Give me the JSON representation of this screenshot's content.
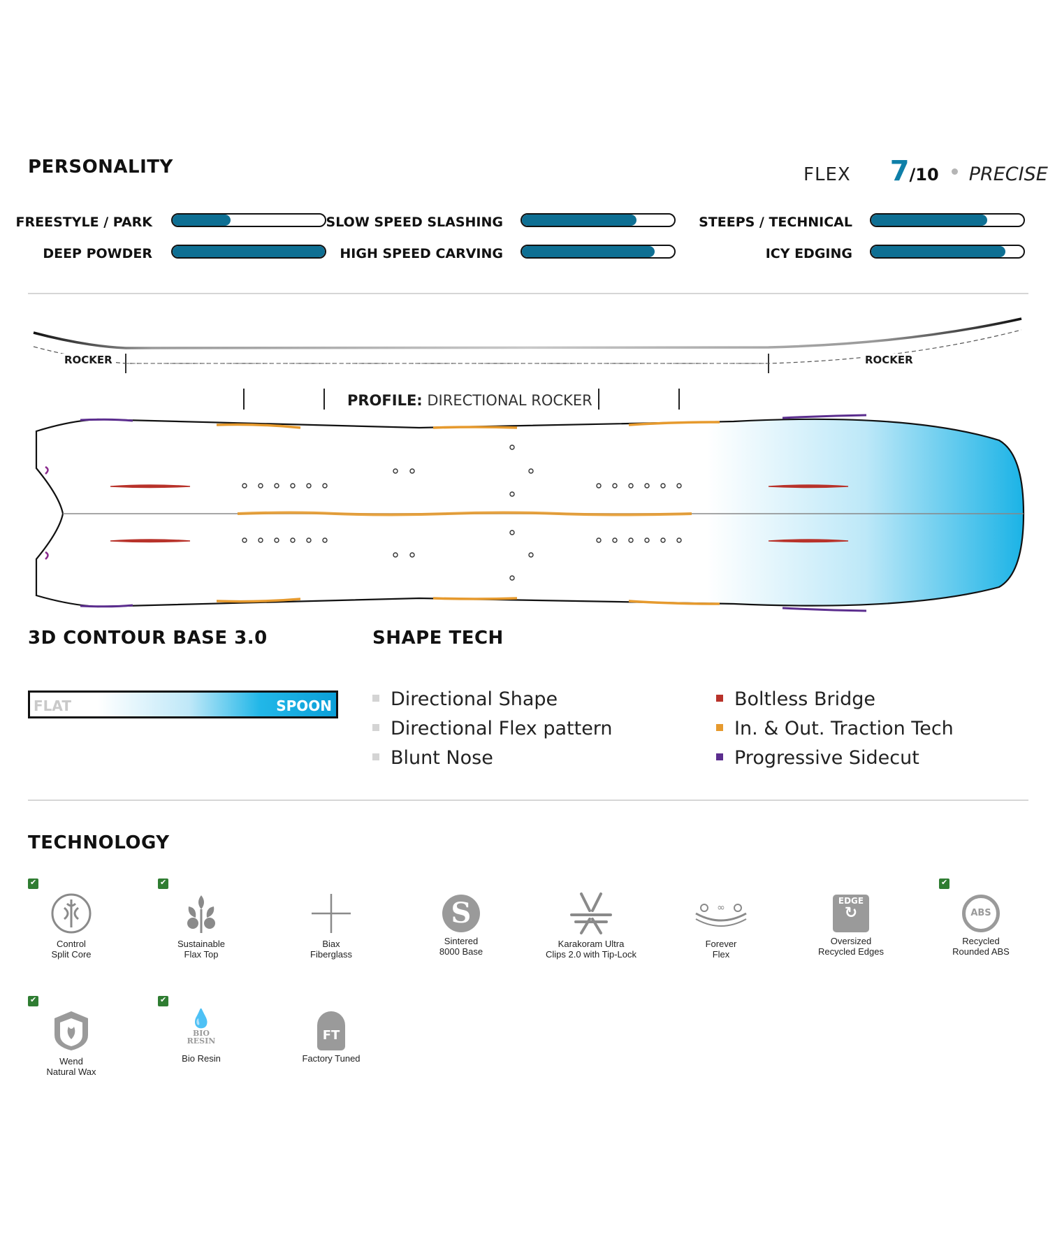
{
  "personality": {
    "title": "PERSONALITY",
    "flex": {
      "label": "FLEX",
      "value": "7",
      "scale": "/10",
      "descriptor": "PRECISE"
    },
    "ratings": [
      {
        "label": "FREESTYLE / PARK",
        "level": 0.38
      },
      {
        "label": "SLOW SPEED SLASHING",
        "level": 0.75
      },
      {
        "label": "STEEPS / TECHNICAL",
        "level": 0.76
      },
      {
        "label": "DEEP POWDER",
        "level": 1.0
      },
      {
        "label": "HIGH SPEED CARVING",
        "level": 0.87
      },
      {
        "label": "ICY EDGING",
        "level": 0.88
      }
    ]
  },
  "profile": {
    "rocker_left": "ROCKER",
    "rocker_right": "ROCKER",
    "profile_label": "PROFILE:",
    "profile_value": "DIRECTIONAL ROCKER"
  },
  "contour": {
    "title": "3D CONTOUR BASE 3.0",
    "left_label": "FLAT",
    "right_label": "SPOON"
  },
  "shape_tech": {
    "title": "SHAPE TECH",
    "items_left": [
      {
        "label": "Directional Shape",
        "color": "#d4d4d4"
      },
      {
        "label": "Directional Flex pattern",
        "color": "#d4d4d4"
      },
      {
        "label": "Blunt Nose",
        "color": "#d4d4d4"
      }
    ],
    "items_right": [
      {
        "label": "Boltless Bridge",
        "color": "#b8322a"
      },
      {
        "label": "In. & Out. Traction Tech",
        "color": "#e69a2e"
      },
      {
        "label": "Progressive Sidecut",
        "color": "#5b2d8e"
      }
    ]
  },
  "technology": {
    "title": "TECHNOLOGY",
    "items": [
      {
        "icon": "split-core-icon",
        "label_line1": "Control",
        "label_line2": "Split Core",
        "eco": true
      },
      {
        "icon": "flax-icon",
        "label_line1": "Sustainable",
        "label_line2": "Flax Top",
        "eco": true
      },
      {
        "icon": "biax-icon",
        "label_line1": "Biax",
        "label_line2": "Fiberglass",
        "eco": false
      },
      {
        "icon": "sintered-base-icon",
        "label_line1": "Sintered",
        "label_line2": "8000 Base",
        "eco": false,
        "icon_text": "S"
      },
      {
        "icon": "clips-icon",
        "label_line1": "Karakoram Ultra",
        "label_line2": "Clips 2.0 with Tip-Lock",
        "eco": false
      },
      {
        "icon": "forever-flex-icon",
        "label_line1": "Forever",
        "label_line2": "Flex",
        "eco": false
      },
      {
        "icon": "edge-icon",
        "label_line1": "Oversized",
        "label_line2": "Recycled Edges",
        "eco": false,
        "icon_text": "EDGE"
      },
      {
        "icon": "abs-recycle-icon",
        "label_line1": "Recycled",
        "label_line2": "Rounded ABS",
        "eco": true,
        "icon_text": "ABS"
      },
      {
        "icon": "wax-icon",
        "label_line1": "Wend",
        "label_line2": "Natural Wax",
        "eco": true
      },
      {
        "icon": "bio-resin-icon",
        "label_line1": "Bio Resin",
        "label_line2": "",
        "eco": true,
        "icon_text_1": "BIO",
        "icon_text_2": "RESIN"
      },
      {
        "icon": "factory-tuned-icon",
        "label_line1": "Factory Tuned",
        "label_line2": "",
        "eco": false,
        "icon_text": "FT"
      }
    ]
  }
}
